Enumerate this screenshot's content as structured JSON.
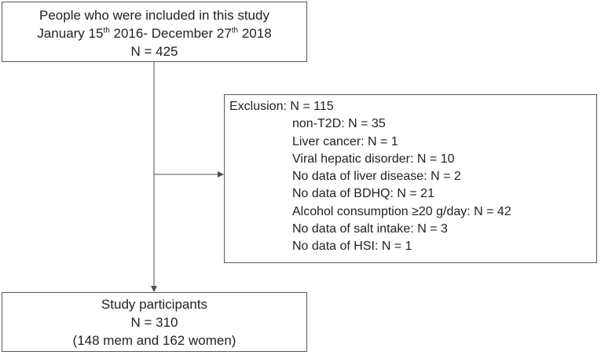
{
  "top_box": {
    "line1": "People who were included in this study",
    "line2_pre1": "January 15",
    "line2_sup1": "th",
    "line2_mid": " 2016- December 27",
    "line2_sup2": "th",
    "line2_post": " 2018",
    "line3": "N = 425"
  },
  "exclusion_box": {
    "header": "Exclusion: N = 115",
    "items": [
      "non-T2D: N = 35",
      "Liver cancer: N = 1",
      "Viral hepatic disorder: N = 10",
      "No data of liver disease: N = 2",
      "No data of BDHQ: N = 21",
      "Alcohol consumption ≥20 g/day: N = 42",
      "No data of salt intake: N = 3",
      "No data of HSI: N = 1"
    ]
  },
  "bottom_box": {
    "line1": "Study participants",
    "line2": "N = 310",
    "line3": "(148 mem and  162 women)"
  },
  "colors": {
    "border": "#595959",
    "arrow": "#4d4d4d"
  }
}
